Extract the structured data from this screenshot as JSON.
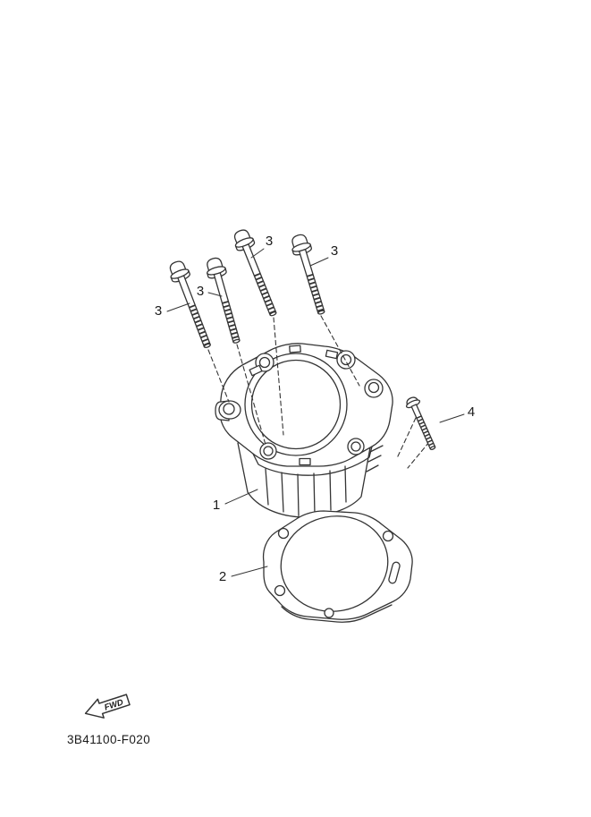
{
  "diagram": {
    "code": "3B41100-F020",
    "fwd_label": "FWD",
    "callouts": [
      {
        "target": "stud-bolt-a",
        "text": "3"
      },
      {
        "target": "stud-bolt-b",
        "text": "3"
      },
      {
        "target": "stud-bolt-c",
        "text": "3"
      },
      {
        "target": "stud-bolt-d",
        "text": "3"
      },
      {
        "target": "cylinder",
        "text": "1"
      },
      {
        "target": "gasket",
        "text": "2"
      },
      {
        "target": "small-bolt",
        "text": "4"
      }
    ]
  },
  "colors": {
    "background": "#ffffff",
    "line": "#343434",
    "text": "#1a1a1a"
  }
}
